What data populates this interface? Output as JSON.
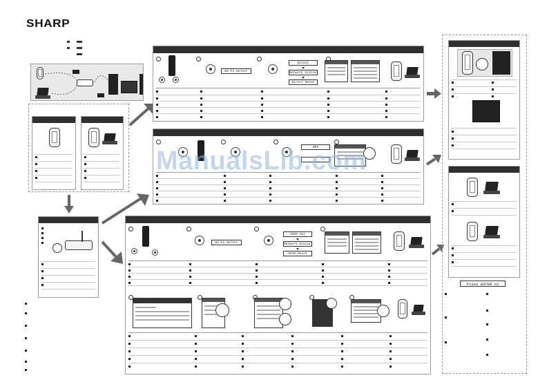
{
  "brand": {
    "logo_text": "SHARP"
  },
  "lcd": {
    "wifi_select_1": "Wi-Fi Select",
    "direct": "Direct",
    "network_initial_1": "Network Initial",
    "direct_reset": "Direct Reset",
    "wps": "WPS",
    "wifi_select_2": "Wi-Fi Select",
    "ssid_set": "SSID Set",
    "network_initial_2": "Network Initial",
    "ssid_reset": "SSID Reset",
    "press_enter": "Press ENTER to"
  },
  "watermark": {
    "text": "ManualsLib.com"
  },
  "icons": [
    "remote-control-icon",
    "dpad-icon",
    "smartphone-icon",
    "laptop-icon",
    "router-icon",
    "arrow-icon"
  ],
  "colors": {
    "panel_header": "#2f2f2f",
    "arrow": "#666666",
    "watermark": "#8fb7df"
  }
}
